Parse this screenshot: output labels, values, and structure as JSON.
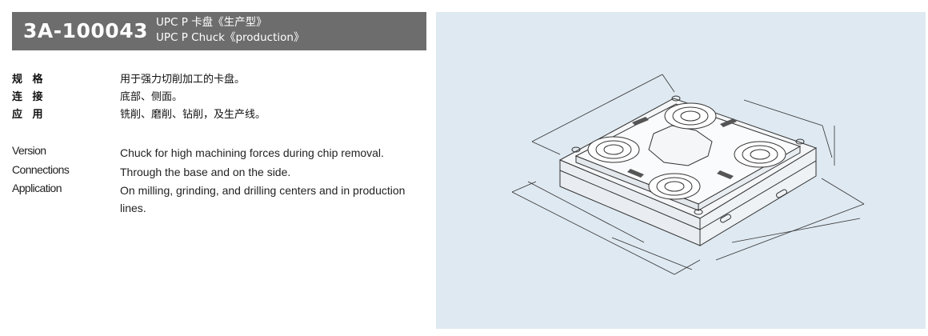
{
  "product": {
    "code": "3A-100043",
    "title_cn": "UPC P 卡盘《生产型》",
    "title_en": "UPC P Chuck《production》"
  },
  "specs_cn": [
    {
      "label": "规 格",
      "value": "用于强力切削加工的卡盘。"
    },
    {
      "label": "连 接",
      "value": "底部、侧面。"
    },
    {
      "label": "应 用",
      "value": "铣削、磨削、钻削，及生产线。"
    }
  ],
  "specs_en": [
    {
      "label": "Version",
      "value": "Chuck for high machining forces during chip removal."
    },
    {
      "label": "Connections",
      "value": "Through the base and on the side."
    },
    {
      "label": "Application",
      "value": "On milling, grinding, and drilling centers and in production lines."
    }
  ],
  "drawing": {
    "colors": {
      "panel_bg": "#dfe9f1",
      "line": "#333333",
      "face": "#f4f6f8"
    }
  }
}
